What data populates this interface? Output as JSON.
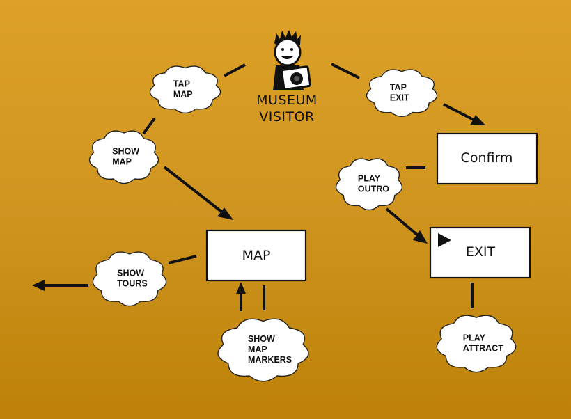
{
  "actor": {
    "label_line1": "MUSEUM",
    "label_line2": "VISITOR",
    "icon": "person-with-camera-icon"
  },
  "clouds": {
    "tap_map": {
      "lines": [
        "TAP",
        "MAP"
      ]
    },
    "show_map": {
      "lines": [
        "SHOW",
        "MAP"
      ]
    },
    "show_tours": {
      "lines": [
        "SHOW",
        "TOURS"
      ]
    },
    "show_map_markers": {
      "lines": [
        "SHOW",
        "MAP",
        "MARKERS"
      ]
    },
    "tap_exit": {
      "lines": [
        "TAP",
        "EXIT"
      ]
    },
    "play_outro": {
      "lines": [
        "PLAY",
        "OUTRO"
      ]
    },
    "play_attract": {
      "lines": [
        "PLAY",
        "ATTRACT"
      ]
    }
  },
  "boxes": {
    "map": {
      "label": "MAP"
    },
    "confirm": {
      "label": "Confirm"
    },
    "exit": {
      "label": "EXIT",
      "icon": "play-triangle-icon"
    }
  },
  "colors": {
    "background_top": "#dda127",
    "background_bottom": "#bd8107",
    "ink": "#111111",
    "node_fill": "#ffffff"
  }
}
